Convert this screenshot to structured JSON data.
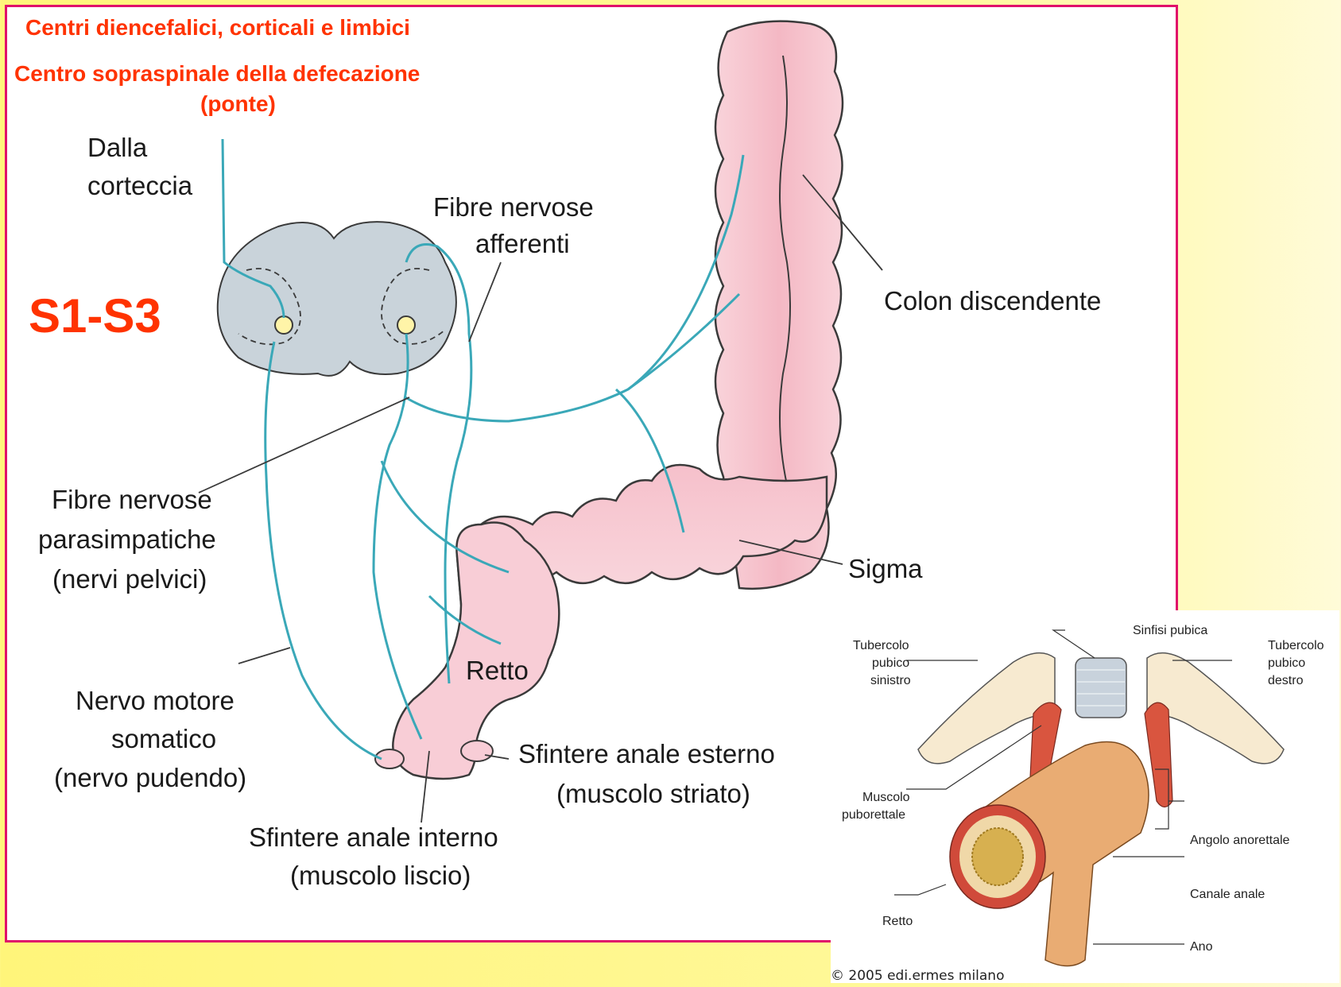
{
  "header": {
    "line1": "Centri diencefalici, corticali e limbici",
    "line2": "Centro sopraspinale della defecazione",
    "line3": "(ponte)"
  },
  "segment_label": "S1-S3",
  "labels": {
    "dalla_1": "Dalla",
    "dalla_2": "corteccia",
    "afferent_1": "Fibre nervose",
    "afferent_2": "afferenti",
    "colon": "Colon discendente",
    "parasym_1": "Fibre nervose",
    "parasym_2": "parasimpatiche",
    "parasym_3": "(nervi pelvici)",
    "sigma": "Sigma",
    "retto": "Retto",
    "motor_1": "Nervo motore",
    "motor_2": "somatico",
    "motor_3": "(nervo pudendo)",
    "ext_1": "Sfintere anale esterno",
    "ext_2": "(muscolo striato)",
    "int_1": "Sfintere anale interno",
    "int_2": "(muscolo liscio)"
  },
  "inset": {
    "sinfisi": "Sinfisi pubica",
    "tub_sx_1": "Tubercolo",
    "tub_sx_2": "pubico",
    "tub_sx_3": "sinistro",
    "tub_dx_1": "Tubercolo",
    "tub_dx_2": "pubico",
    "tub_dx_3": "destro",
    "musc_1": "Muscolo",
    "musc_2": "puborettale",
    "angolo": "Angolo anorettale",
    "canale": "Canale anale",
    "retto": "Retto",
    "ano": "Ano",
    "copyright": "© 2005 edi.ermes milano"
  },
  "colors": {
    "frame": "#e0106a",
    "header_text": "#ff3300",
    "nerve": "#3aa8b8",
    "colon": "#f7c6cf",
    "spinal_cord": "#c9d3da",
    "background": "#fff57a"
  }
}
